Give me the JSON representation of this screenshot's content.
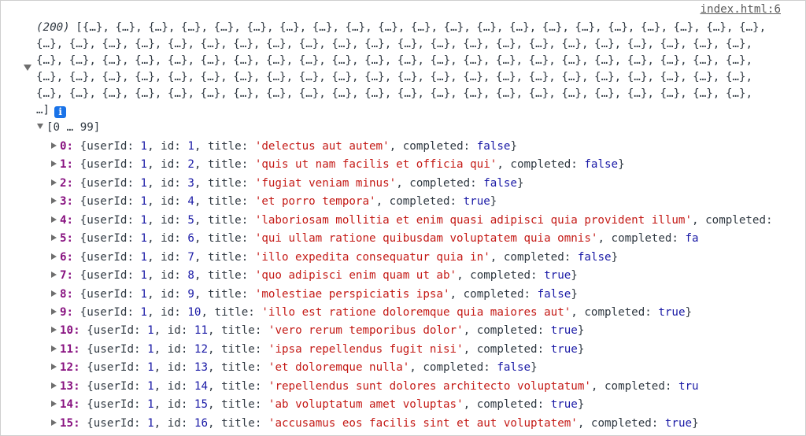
{
  "header": {
    "source_link": "index.html:6"
  },
  "summary": {
    "count": "(200)",
    "text": "[{…}, {…}, {…}, {…}, {…}, {…}, {…}, {…}, {…}, {…}, {…}, {…}, {…}, {…}, {…}, {…}, {…}, {…}, {…}, {…}, {…}, {…}, {…}, {…}, {…}, {…}, {…}, {…}, {…}, {…}, {…}, {…}, {…}, {…}, {…}, {…}, {…}, {…}, {…}, {…}, {…}, {…}, {…}, {…}, {…}, {…}, {…}, {…}, {…}, {…}, {…}, {…}, {…}, {…}, {…}, {…}, {…}, {…}, {…}, {…}, {…}, {…}, {…}, {…}, {…}, {…}, {…}, {…}, {…}, {…}, {…}, {…}, {…}, {…}, {…}, {…}, {…}, {…}, {…}, {…}, {…}, {…}, {…}, {…}, {…}, {…}, {…}, {…}, {…}, {…}, {…}, {…}, {…}, {…}, {…}, {…}, {…}, {…}, {…}, {…}, {…}, {…}, {…}, {…}, {…}, {…}, {…}, {…}, {…}, …]",
    "info_icon": "i"
  },
  "range_label": "[0 … 99]",
  "keys": {
    "userId": "userId",
    "id": "id",
    "title": "title",
    "completed": "completed"
  },
  "items": [
    {
      "index": "0",
      "userId": "1",
      "id": "1",
      "title": "'delectus aut autem'",
      "completed": "false",
      "close": "}"
    },
    {
      "index": "1",
      "userId": "1",
      "id": "2",
      "title": "'quis ut nam facilis et officia qui'",
      "completed": "false",
      "close": "}"
    },
    {
      "index": "2",
      "userId": "1",
      "id": "3",
      "title": "'fugiat veniam minus'",
      "completed": "false",
      "close": "}"
    },
    {
      "index": "3",
      "userId": "1",
      "id": "4",
      "title": "'et porro tempora'",
      "completed": "true",
      "close": "}"
    },
    {
      "index": "4",
      "userId": "1",
      "id": "5",
      "title": "'laboriosam mollitia et enim quasi adipisci quia provident illum'",
      "completed": "",
      "close": ""
    },
    {
      "index": "5",
      "userId": "1",
      "id": "6",
      "title": "'qui ullam ratione quibusdam voluptatem quia omnis'",
      "completed": "fa",
      "close": ""
    },
    {
      "index": "6",
      "userId": "1",
      "id": "7",
      "title": "'illo expedita consequatur quia in'",
      "completed": "false",
      "close": "}"
    },
    {
      "index": "7",
      "userId": "1",
      "id": "8",
      "title": "'quo adipisci enim quam ut ab'",
      "completed": "true",
      "close": "}"
    },
    {
      "index": "8",
      "userId": "1",
      "id": "9",
      "title": "'molestiae perspiciatis ipsa'",
      "completed": "false",
      "close": "}"
    },
    {
      "index": "9",
      "userId": "1",
      "id": "10",
      "title": "'illo est ratione doloremque quia maiores aut'",
      "completed": "true",
      "close": "}"
    },
    {
      "index": "10",
      "userId": "1",
      "id": "11",
      "title": "'vero rerum temporibus dolor'",
      "completed": "true",
      "close": "}"
    },
    {
      "index": "11",
      "userId": "1",
      "id": "12",
      "title": "'ipsa repellendus fugit nisi'",
      "completed": "true",
      "close": "}"
    },
    {
      "index": "12",
      "userId": "1",
      "id": "13",
      "title": "'et doloremque nulla'",
      "completed": "false",
      "close": "}"
    },
    {
      "index": "13",
      "userId": "1",
      "id": "14",
      "title": "'repellendus sunt dolores architecto voluptatum'",
      "completed": "tru",
      "close": ""
    },
    {
      "index": "14",
      "userId": "1",
      "id": "15",
      "title": "'ab voluptatum amet voluptas'",
      "completed": "true",
      "close": "}"
    },
    {
      "index": "15",
      "userId": "1",
      "id": "16",
      "title": "'accusamus eos facilis sint et aut voluptatem'",
      "completed": "true",
      "close": "}"
    }
  ]
}
